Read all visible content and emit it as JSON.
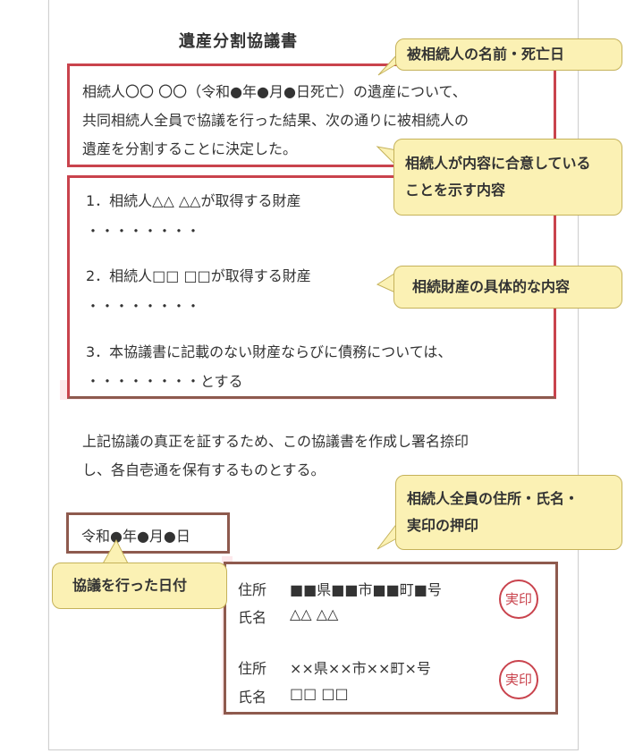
{
  "title": "遺産分割協議書",
  "intro": [
    "相続人〇〇 〇〇（令和●年●月●日死亡）の遺産について、",
    "共同相続人全員で協議を行った結果、次の通りに被相続人の",
    "遺産を分割することに決定した。"
  ],
  "items": [
    {
      "heading": "1．相続人△△ △△が取得する財産",
      "body": "・・・・・・・・"
    },
    {
      "heading": "2．相続人□□ □□が取得する財産",
      "body": "・・・・・・・・"
    },
    {
      "heading": "3．本協議書に記載のない財産ならびに債務については、",
      "body": "・・・・・・・・とする"
    }
  ],
  "closing": [
    "上記協議の真正を証するため、この協議書を作成し署名捺印",
    "し、各自壱通を保有するものとする。"
  ],
  "date": "令和●年●月●日",
  "signers": [
    {
      "address_label": "住所",
      "address": "■■県■■市■■町■号",
      "name_label": "氏名",
      "name": "△△ △△",
      "seal": "実印"
    },
    {
      "address_label": "住所",
      "address": "××県××市××町×号",
      "name_label": "氏名",
      "name": "□□ □□",
      "seal": "実印"
    }
  ],
  "callouts": {
    "deceased": "被相続人の名前・死亡日",
    "consent_1": "相続人が内容に合意している",
    "consent_2": "ことを示す内容",
    "estate": "相続財産の具体的な内容",
    "date": "協議を行った日付",
    "signers_1": "相続人全員の住所・氏名・",
    "signers_2": "実印の押印"
  },
  "colors": {
    "red_frame": "#c9434d",
    "brown_frame": "#8e5a4e",
    "callout_bg": "#fbf1b4"
  }
}
